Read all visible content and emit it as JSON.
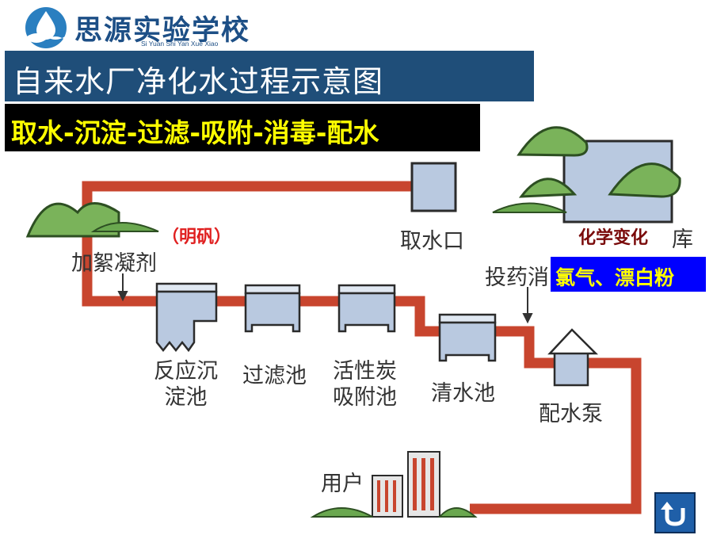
{
  "header": {
    "logo_cn": "思源实验学校",
    "logo_en": "Si Yuan Shi Yan Xue Xiao"
  },
  "title": "自来水厂净化水过程示意图",
  "steps": "取水-沉淀-过滤-吸附-消毒-配水",
  "annotations": {
    "alum": "（明矾）",
    "chem_change": "化学变化",
    "chlorine": "氯气、漂白粉"
  },
  "diagram": {
    "intake": "取水口",
    "reservoir_tail": "库",
    "coagulant": "加絮凝剂",
    "disinfectant": "投药消",
    "reaction_tank": "反应沉\n淀池",
    "filter_tank": "过滤池",
    "carbon_tank": "活性炭\n吸附池",
    "clear_tank": "清水池",
    "pump": "配水泵",
    "users": "用户"
  },
  "colors": {
    "pipe": "#c8452e",
    "title_bg": "#1f4e79",
    "steps_text": "#ffff00",
    "alum_text": "#e02020",
    "chlorine_bg": "#0000ff"
  },
  "icons": {
    "back": "return-arrow-icon"
  }
}
